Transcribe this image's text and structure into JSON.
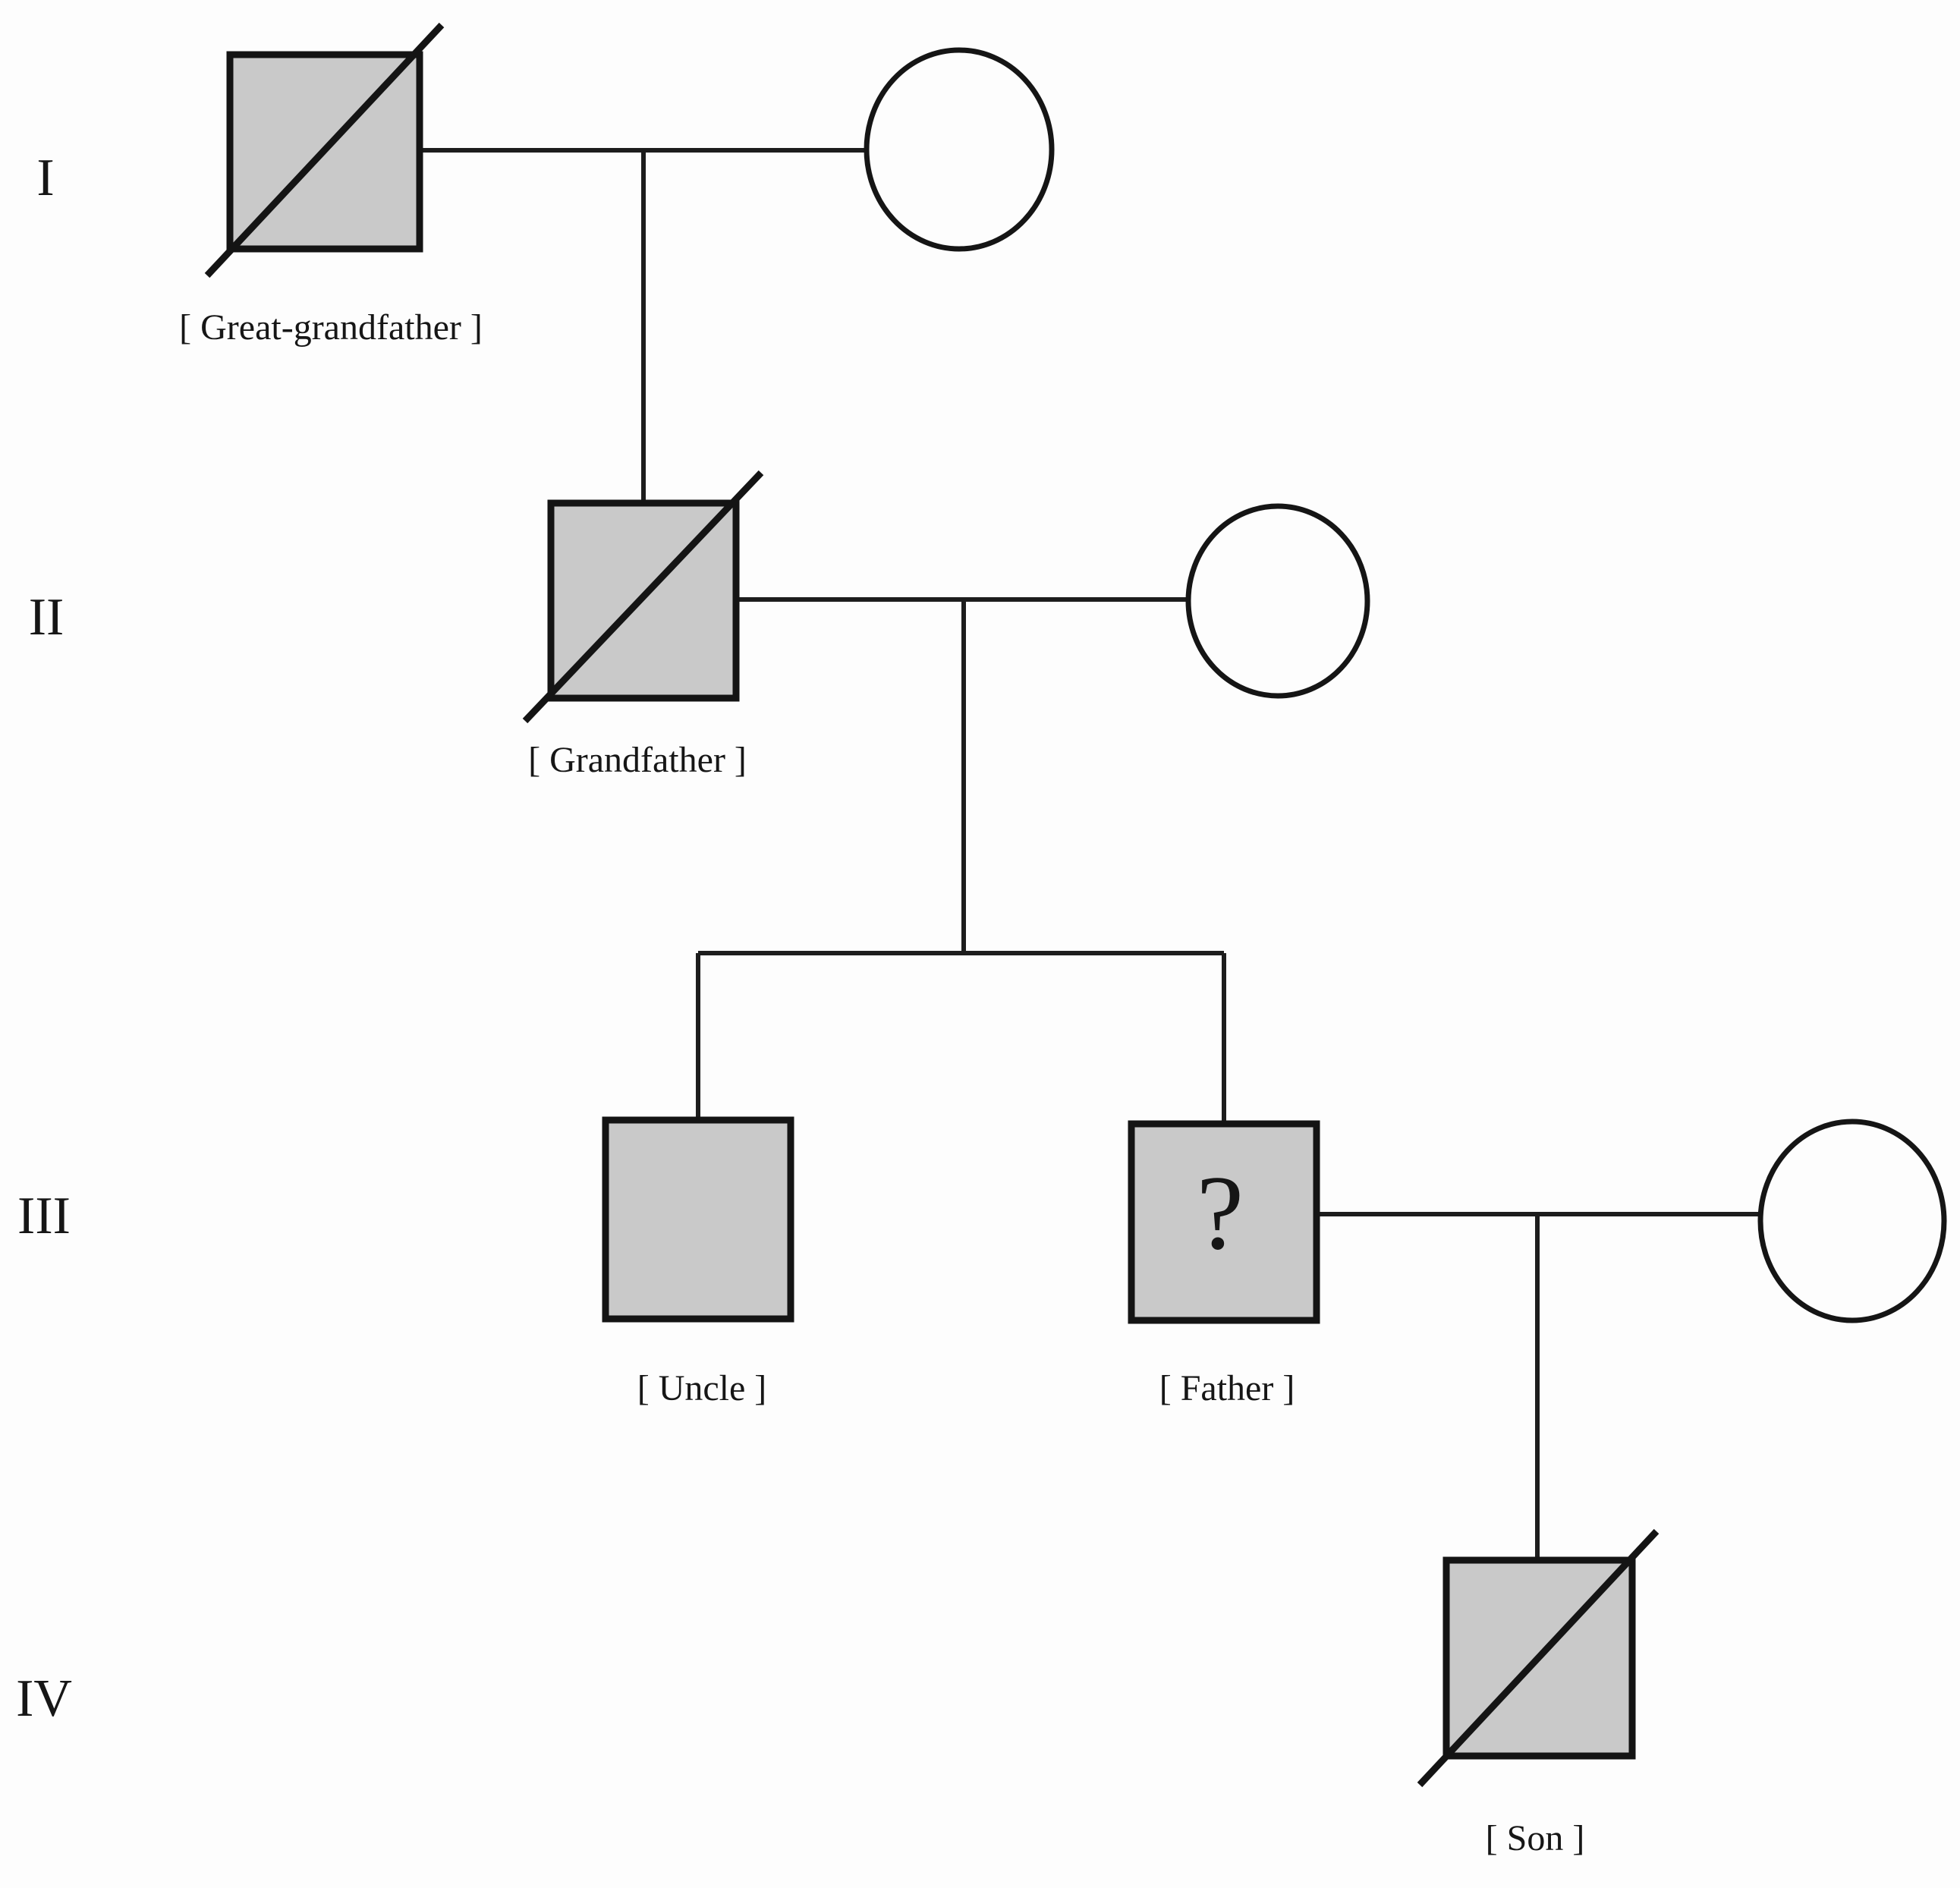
{
  "pedigree": {
    "generation_labels": [
      "I",
      "II",
      "III",
      "IV"
    ],
    "individuals": {
      "great_grandfather": {
        "label": "[ Great-grandfather ]",
        "sex": "male",
        "shaded": true,
        "deceased_slash": true
      },
      "great_grandmother": {
        "sex": "female",
        "shaded": false,
        "deceased_slash": false
      },
      "grandfather": {
        "label": "[ Grandfather ]",
        "sex": "male",
        "shaded": true,
        "deceased_slash": true
      },
      "grandmother": {
        "sex": "female",
        "shaded": false,
        "deceased_slash": false
      },
      "uncle": {
        "label": "[ Uncle ]",
        "sex": "male",
        "shaded": true,
        "deceased_slash": false
      },
      "father": {
        "label": "[ Father ]",
        "sex": "male",
        "shaded": true,
        "deceased_slash": false,
        "query_mark": "?"
      },
      "mother": {
        "sex": "female",
        "shaded": false,
        "deceased_slash": false
      },
      "son": {
        "label": "[ Son ]",
        "sex": "male",
        "shaded": true,
        "deceased_slash": true
      }
    },
    "colors": {
      "shaded_fill": "#c9c9c9",
      "unshaded_fill": "#fdfdfd",
      "stroke": "#1a1a1a",
      "background": "#fdfdfd"
    }
  }
}
